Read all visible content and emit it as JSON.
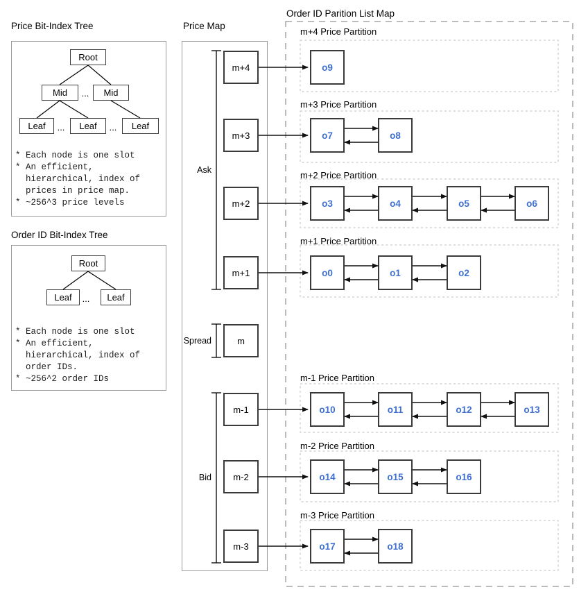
{
  "colors": {
    "accent_blue": "#3E6FD1",
    "node_border": "#3a3a3a",
    "container_border": "#9a9a9a",
    "outer_dash": "#a6a6a6",
    "inner_dash": "#c9c9c9",
    "arrow": "#111111"
  },
  "price_tree": {
    "title": "Price Bit-Index Tree",
    "nodes": {
      "root": "Root",
      "mid": "Mid",
      "leaf": "Leaf",
      "ellipsis": "..."
    },
    "notes": [
      "* Each node is one slot",
      "* An efficient,",
      "  hierarchical, index of",
      "  prices in price map.",
      "* ~256^3 price levels"
    ]
  },
  "order_tree": {
    "title": "Order ID Bit-Index Tree",
    "nodes": {
      "root": "Root",
      "leaf": "Leaf",
      "ellipsis": "..."
    },
    "notes": [
      "* Each node is one slot",
      "* An efficient,",
      "  hierarchical, index of",
      "  order IDs.",
      "* ~256^2 order IDs"
    ]
  },
  "price_map": {
    "title": "Price Map",
    "levels": [
      "m+4",
      "m+3",
      "m+2",
      "m+1",
      "m",
      "m-1",
      "m-2",
      "m-3"
    ],
    "brackets": [
      {
        "label": "Ask"
      },
      {
        "label": "Spread"
      },
      {
        "label": "Bid"
      }
    ]
  },
  "partition_map": {
    "title": "Order ID Parition List Map",
    "partitions": [
      {
        "label": "m+4 Price Partition",
        "orders": [
          "o9"
        ]
      },
      {
        "label": "m+3 Price Partition",
        "orders": [
          "o7",
          "o8"
        ]
      },
      {
        "label": "m+2 Price Partition",
        "orders": [
          "o3",
          "o4",
          "o5",
          "o6"
        ]
      },
      {
        "label": "m+1 Price Partition",
        "orders": [
          "o0",
          "o1",
          "o2"
        ]
      },
      {
        "label": "m-1 Price Partition",
        "orders": [
          "o10",
          "o11",
          "o12",
          "o13"
        ]
      },
      {
        "label": "m-2 Price Partition",
        "orders": [
          "o14",
          "o15",
          "o16"
        ]
      },
      {
        "label": "m-3 Price Partition",
        "orders": [
          "o17",
          "o18"
        ]
      }
    ]
  }
}
